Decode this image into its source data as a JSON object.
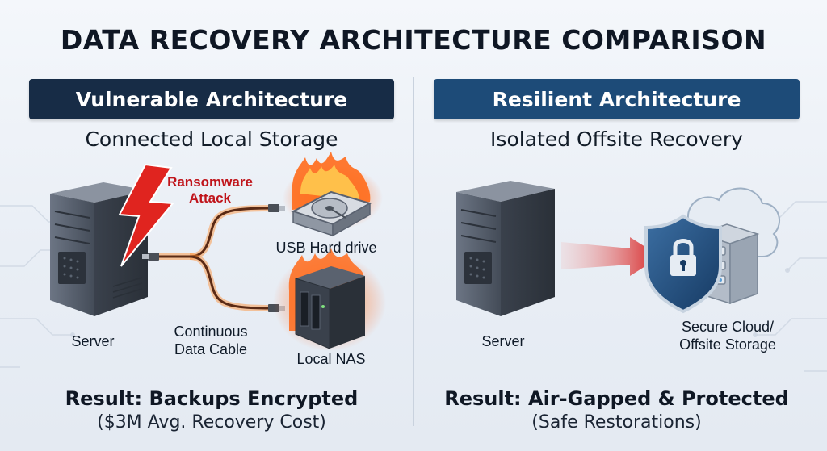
{
  "title": "DATA RECOVERY ARCHITECTURE COMPARISON",
  "left": {
    "header": "Vulnerable Architecture",
    "subtitle": "Connected Local Storage",
    "attack_label_line1": "Ransomware",
    "attack_label_line2": "Attack",
    "server_label": "Server",
    "usb_label": "USB Hard drive",
    "cable_label_line1": "Continuous",
    "cable_label_line2": "Data Cable",
    "nas_label": "Local NAS",
    "result_line1": "Result: Backups Encrypted",
    "result_line2": "($3M Avg. Recovery Cost)"
  },
  "right": {
    "header": "Resilient Architecture",
    "subtitle": "Isolated Offsite Recovery",
    "server_label": "Server",
    "storage_label_line1": "Secure Cloud/",
    "storage_label_line2": "Offsite Storage",
    "result_line1": "Result: Air-Gapped & Protected",
    "result_line2": "(Safe Restorations)"
  },
  "colors": {
    "header_left": "#172c46",
    "header_right": "#1d4b78",
    "attack_red": "#c0151b",
    "fire_orange": "#ff7a1a"
  },
  "icons": [
    "server-icon",
    "lightning-icon",
    "usb-hard-drive-icon",
    "nas-icon",
    "cable-icon",
    "arrow-icon",
    "shield-lock-icon",
    "cloud-icon",
    "storage-rack-icon",
    "fire-icon"
  ]
}
